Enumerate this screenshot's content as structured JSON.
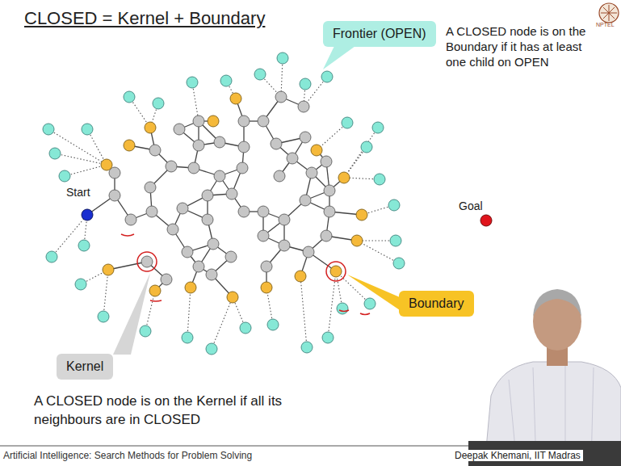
{
  "diagram": {
    "title": "CLOSED = Kernel + Boundary",
    "nodes": [
      {
        "text": [
          "Frontier (OPEN)"
        ]
      },
      {
        "text": [
          "Boundary"
        ]
      },
      {
        "text": [
          "Kernel"
        ]
      }
    ],
    "labels": [
      "A CLOSED node is on the Boundary if it has at least one child on OPEN",
      "Start",
      "Goal",
      "A CLOSED node is on the Kernel if all its neighbours are in CLOSED",
      "Artificial Intelligence: Search Methods for Problem Solving",
      "Deepak Khemani, IIT Madras",
      "NPTEL"
    ]
  }
}
